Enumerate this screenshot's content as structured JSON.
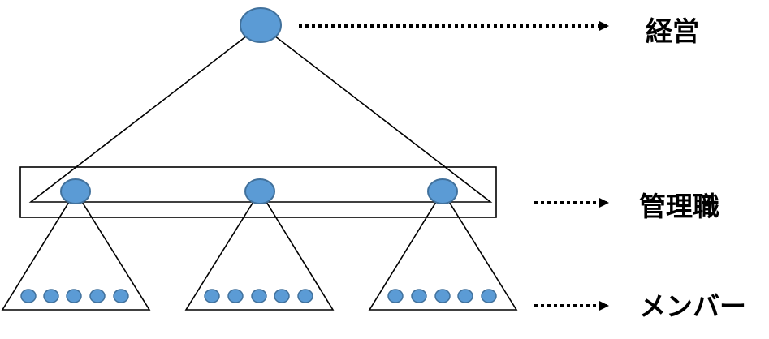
{
  "levels": {
    "top": "経営",
    "middle": "管理職",
    "bottom": "メンバー"
  },
  "colors": {
    "node_fill": "#5b9bd5",
    "node_stroke": "#41719c",
    "line": "#000000"
  }
}
